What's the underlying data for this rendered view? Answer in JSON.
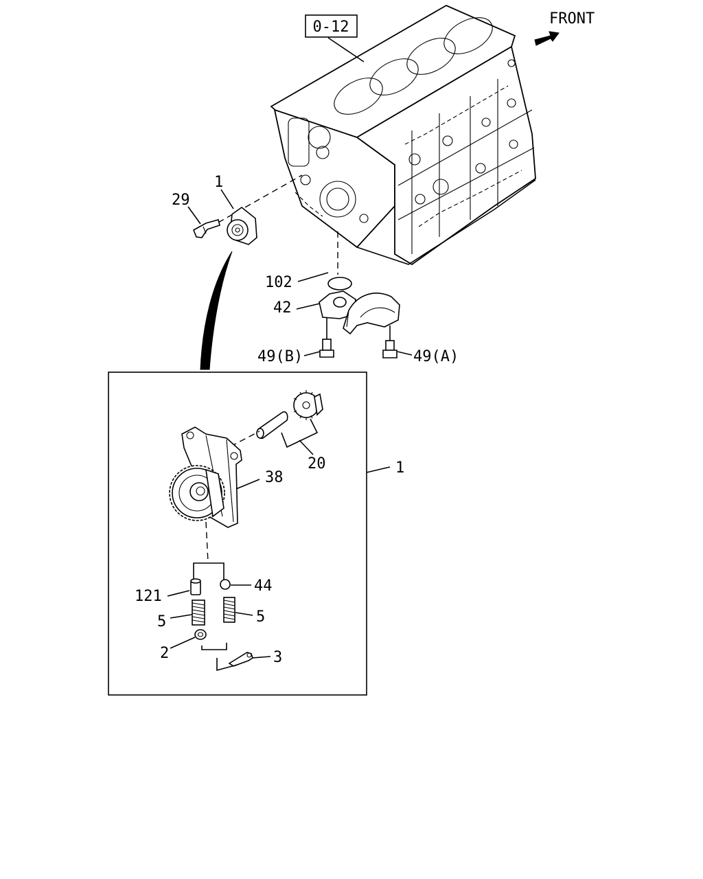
{
  "reference_box": "0-12",
  "direction_label": "FRONT",
  "callouts": {
    "oil_pump_assembly": "1",
    "oil_pump_assembly_detail": "1",
    "bolt": "29",
    "o_ring": "102",
    "pipe": "42",
    "bolt_b": "49(B)",
    "bolt_a": "49(A)",
    "gear_shaft_set": "20",
    "gear_body": "38",
    "plunger": "121",
    "ball": "44",
    "spring_left": "5",
    "spring_right": "5",
    "washer": "2",
    "pin": "3"
  },
  "colors": {
    "line": "#000000",
    "background": "#ffffff"
  }
}
